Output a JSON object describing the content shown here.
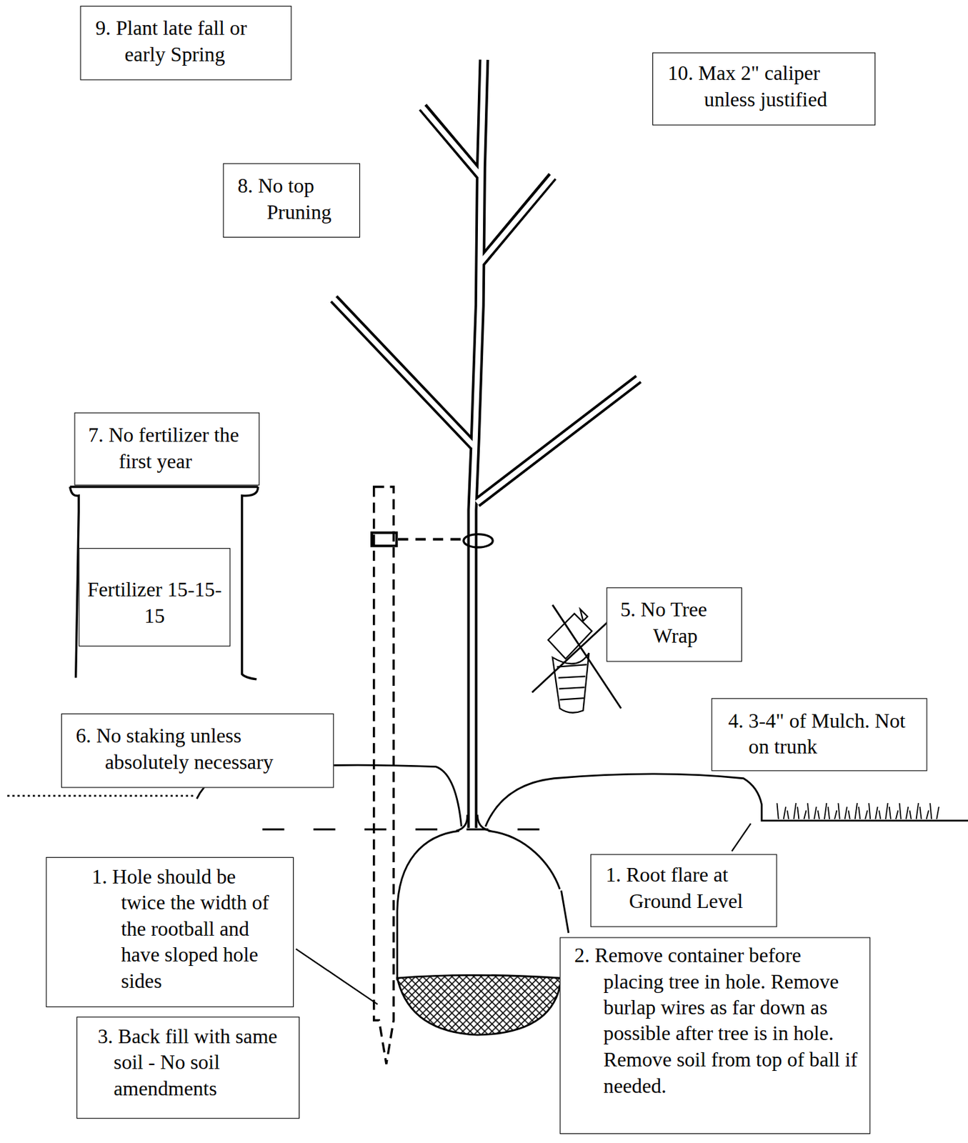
{
  "diagram": {
    "nodes": [
      {
        "text": [
          "9. Plant late fall or early Spring"
        ]
      },
      {
        "text": [
          "10. Max 2\" caliper unless justified"
        ]
      },
      {
        "text": [
          "8. No top Pruning"
        ]
      },
      {
        "text": [
          "7. No fertilizer the first year"
        ]
      },
      {
        "text": [
          "Fertilizer 15-15-15"
        ]
      },
      {
        "text": [
          "5. No Tree Wrap"
        ]
      },
      {
        "text": [
          "4. 3-4\" of Mulch. Not on trunk"
        ]
      },
      {
        "text": [
          "6. No staking unless absolutely necessary"
        ]
      },
      {
        "text": [
          "1. Hole should be twice the width of the rootball and have sloped hole sides"
        ]
      },
      {
        "text": [
          "3. Back fill with same soil - No soil amendments"
        ]
      },
      {
        "text": [
          "1. Root flare at Ground Level"
        ]
      },
      {
        "text": [
          "2. Remove container before placing tree in hole. Remove burlap wires as far down as possible after tree is in hole. Remove soil from top of ball if needed."
        ]
      }
    ]
  }
}
